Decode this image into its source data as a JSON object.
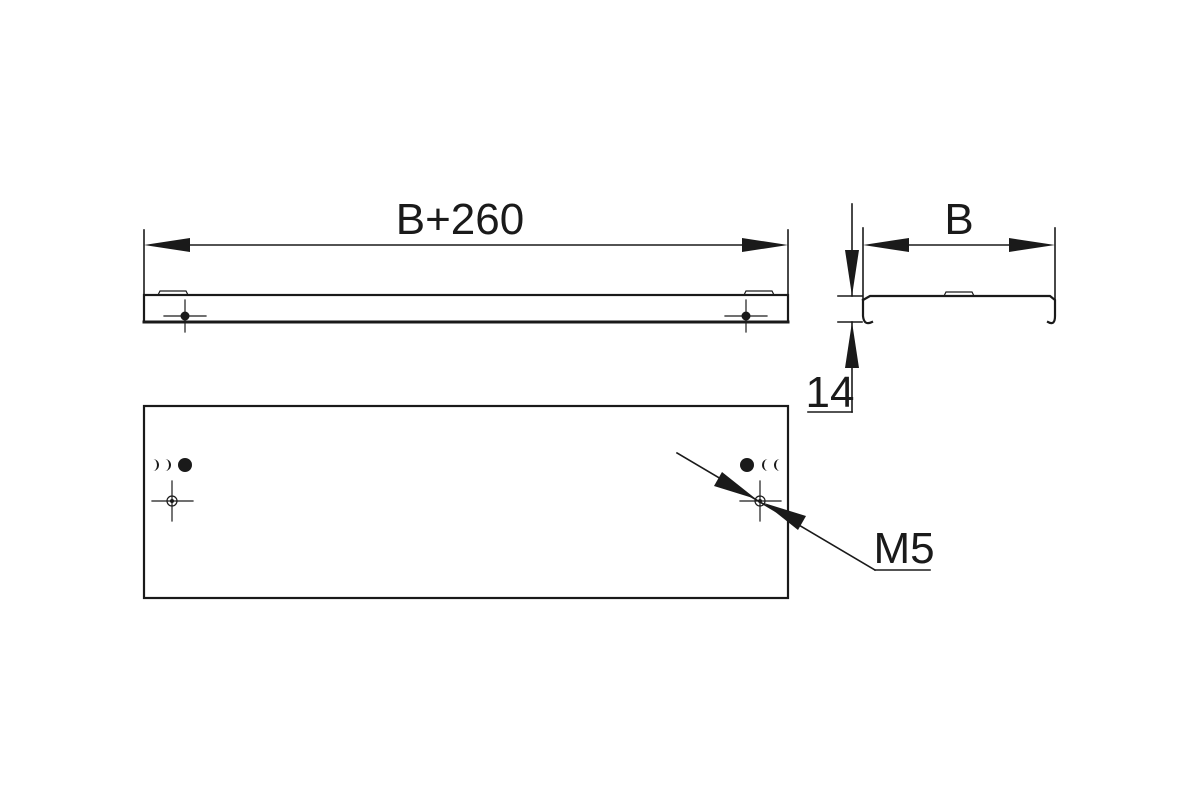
{
  "dimensions": {
    "total_length_label": "B+260",
    "width_label": "B",
    "height_label": "14",
    "thread_label": "M5"
  }
}
